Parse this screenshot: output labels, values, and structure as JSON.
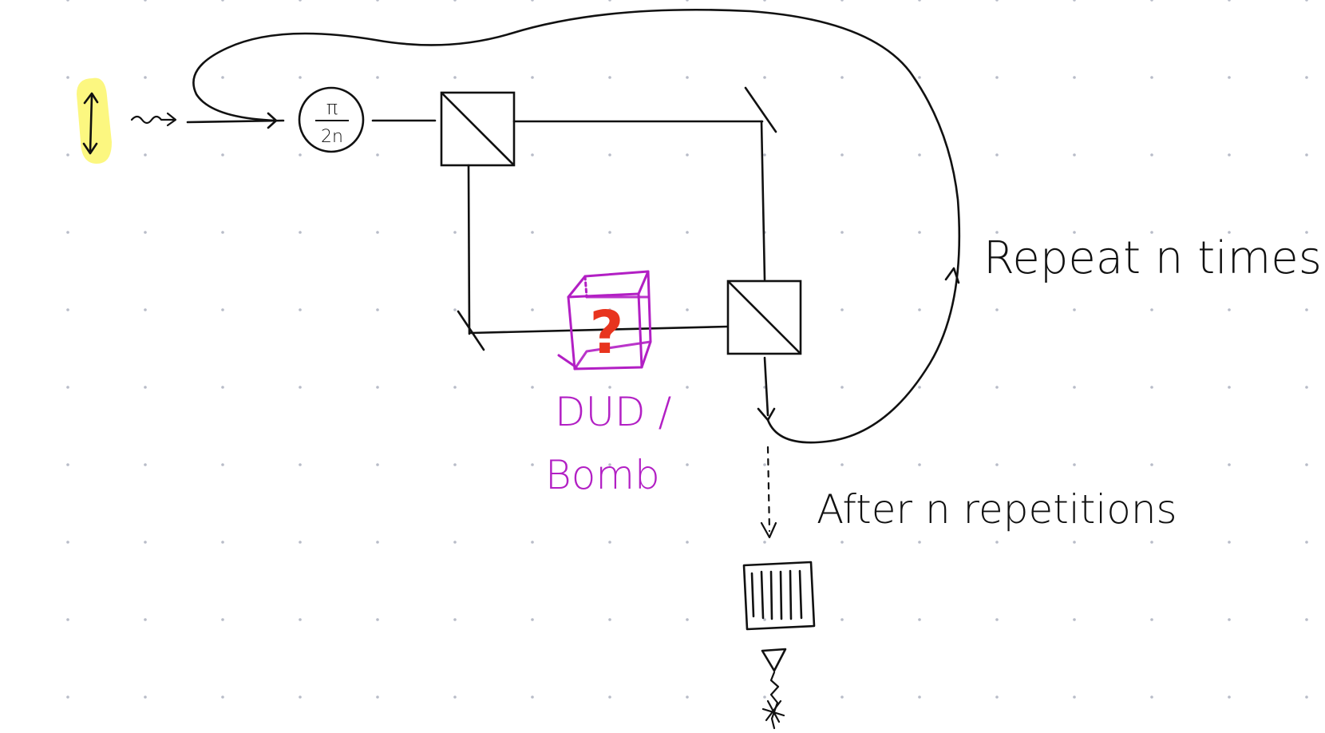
{
  "phase_shifter": {
    "numerator": "π",
    "denominator": "2n"
  },
  "labels": {
    "repeat": "Repeat  n  times",
    "after": "After  n  repetitions",
    "dud_line1": "DUD /",
    "dud_line2": "Bomb",
    "question_mark": "?"
  },
  "colors": {
    "ink": "#111111",
    "bomb_box": "#b21fc4",
    "question_mark": "#e8341e",
    "highlight": "#fbf66a",
    "grid_dot": "#b8bcc8"
  }
}
